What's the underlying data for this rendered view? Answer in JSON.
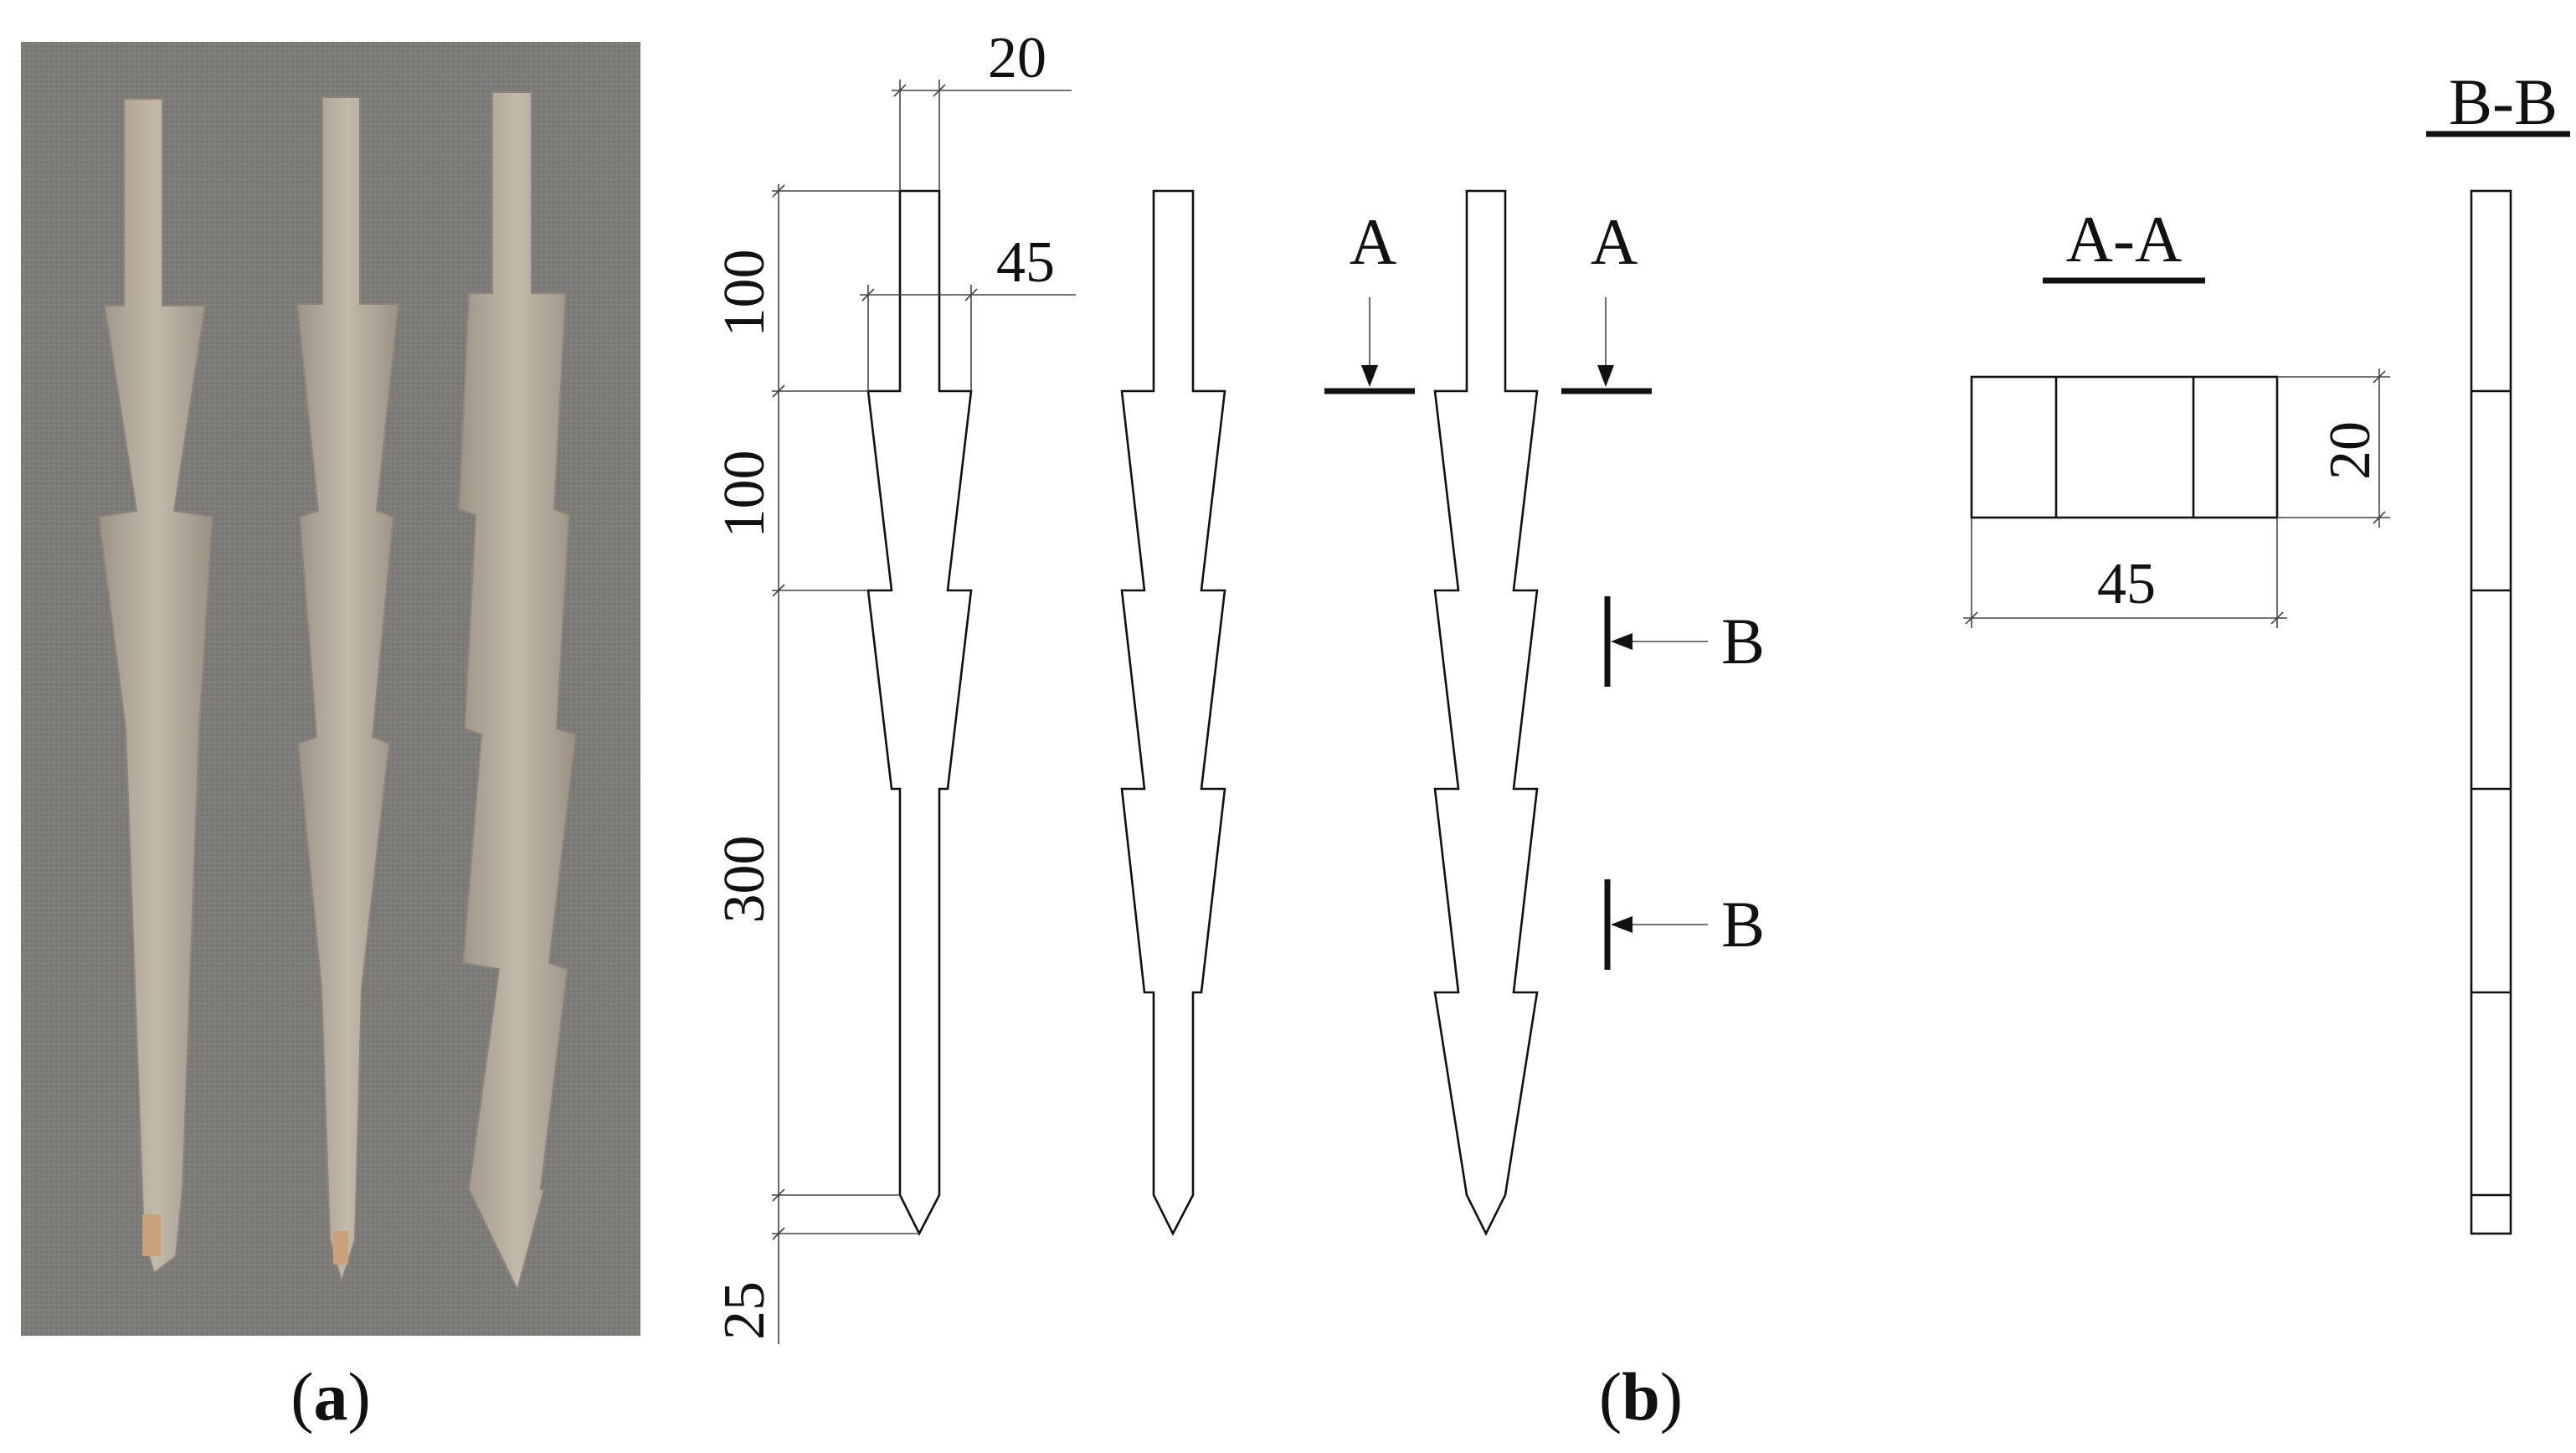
{
  "panels": {
    "a": {
      "caption_open": "(",
      "caption_letter": "a",
      "caption_close": ")"
    },
    "b": {
      "caption_open": "(",
      "caption_letter": "b",
      "caption_close": ")"
    }
  },
  "dimensions": {
    "top_width": "20",
    "wing_width": "45",
    "seg1_length": "100",
    "seg2_length": "100",
    "seg3_length": "300",
    "tip_length": "25",
    "section_thickness": "20",
    "section_width": "45"
  },
  "sections": {
    "a_marker": "A",
    "b_marker": "B",
    "aa_title": "A-A",
    "bb_title": "B-B"
  },
  "colors": {
    "line": "#111111",
    "photo_bg": "#7d7c78",
    "wood": "#b5aa9c"
  }
}
